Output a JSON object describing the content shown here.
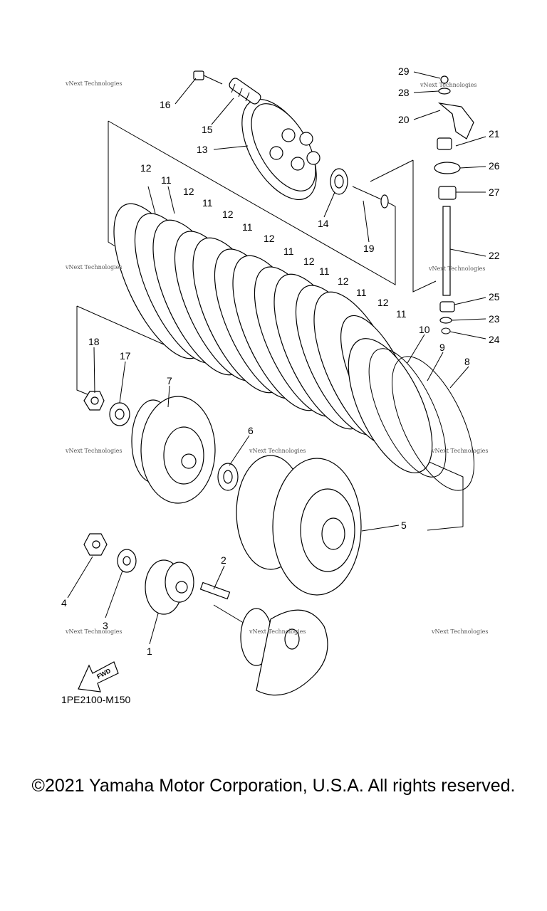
{
  "diagram": {
    "code": "1PE2100-M150",
    "fwd_label": "FWD",
    "watermark_text": "vNext Technologies",
    "callouts": [
      "1",
      "2",
      "3",
      "4",
      "5",
      "6",
      "7",
      "8",
      "9",
      "10",
      "11",
      "12",
      "13",
      "14",
      "15",
      "16",
      "17",
      "18",
      "19",
      "20",
      "21",
      "22",
      "23",
      "24",
      "25",
      "26",
      "27",
      "28",
      "29"
    ]
  },
  "footer": {
    "copyright": "©2021 Yamaha Motor Corporation, U.S.A. All rights reserved."
  }
}
